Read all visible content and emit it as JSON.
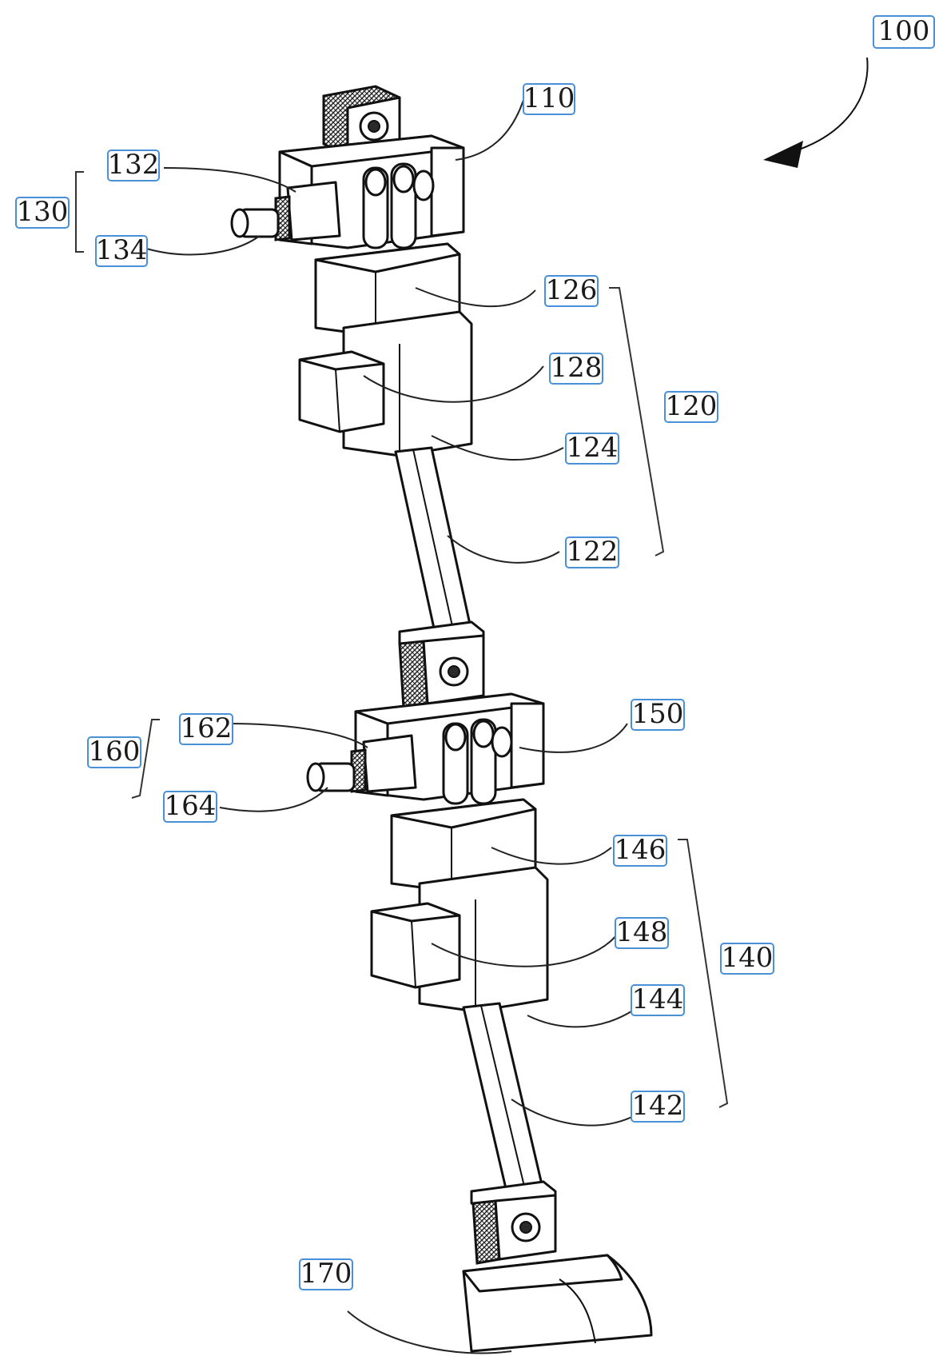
{
  "labels": {
    "l100": "100",
    "l110": "110",
    "l120": "120",
    "l122": "122",
    "l124": "124",
    "l126": "126",
    "l128": "128",
    "l130": "130",
    "l132": "132",
    "l134": "134",
    "l140": "140",
    "l142": "142",
    "l144": "144",
    "l146": "146",
    "l148": "148",
    "l150": "150",
    "l160": "160",
    "l162": "162",
    "l164": "164",
    "l170": "170"
  },
  "colors": {
    "label_border": "#4a90d9",
    "line": "#111111"
  }
}
